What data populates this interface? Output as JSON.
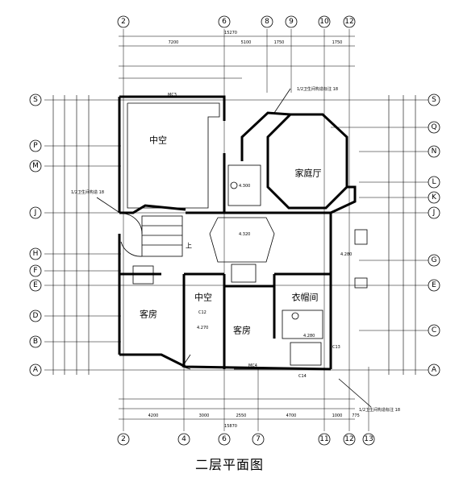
{
  "caption": "二层平面图",
  "rooms": {
    "void_top": "中空",
    "family_hall": "家庭厅",
    "void_mid": "中空",
    "guest_left": "客房",
    "guest_right": "客房",
    "closet": "衣帽间"
  },
  "axes_top": [
    "2",
    "6",
    "8",
    "9",
    "10",
    "12"
  ],
  "axes_bottom": [
    "2",
    "4",
    "6",
    "7",
    "11",
    "12",
    "13"
  ],
  "axes_left": [
    "S",
    "P",
    "M",
    "J",
    "H",
    "F",
    "E",
    "D",
    "B",
    "A"
  ],
  "axes_right": [
    "S",
    "Q",
    "N",
    "L",
    "K",
    "J",
    "G",
    "E",
    "C",
    "A"
  ],
  "dims": {
    "top_total": "15270",
    "top_a": "7200",
    "top_b": "5100",
    "top_c": "1750",
    "top_d": "1750",
    "bottom_total": "15870",
    "bottom_a": "4200",
    "bottom_b": "3000",
    "bottom_c": "2550",
    "bottom_d": "4700",
    "bottom_e": "1000",
    "bottom_f": "775"
  },
  "labels": {
    "mc3": "MC3",
    "mc4": "MC4",
    "c12": "C12",
    "c13": "C13",
    "c14": "C14",
    "level_1": "4.300",
    "level_2": "4.270",
    "level_3": "4.280",
    "level_4": "4.320",
    "level_5": "4.280",
    "up": "上",
    "note_top": "1/2卫生间构造标注 18",
    "note_left": "1/2卫生间构造 18",
    "note_bottom": "1/2卫生间构造标注 18"
  }
}
